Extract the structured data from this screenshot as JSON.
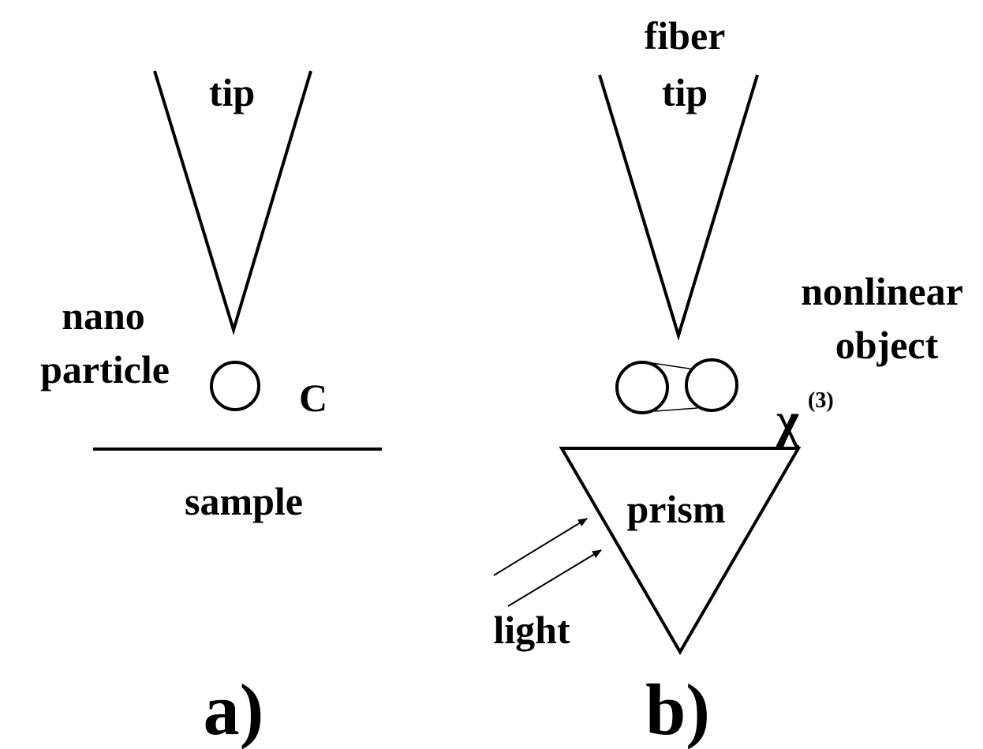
{
  "panel_a": {
    "tip_label": "tip",
    "particle_label_line1": "nano",
    "particle_label_line2": "particle",
    "c_label": "C",
    "sample_label": "sample",
    "panel_label": "a)"
  },
  "panel_b": {
    "fiber_label_line1": "fiber",
    "fiber_label_line2": "tip",
    "object_label_line1": "nonlinear",
    "object_label_line2": "object",
    "chi_symbol": "χ",
    "chi_superscript": "(3)",
    "prism_label": "prism",
    "light_label": "light",
    "panel_label": "b)"
  },
  "colors": {
    "ink": "#000000",
    "background": "#ffffff"
  }
}
